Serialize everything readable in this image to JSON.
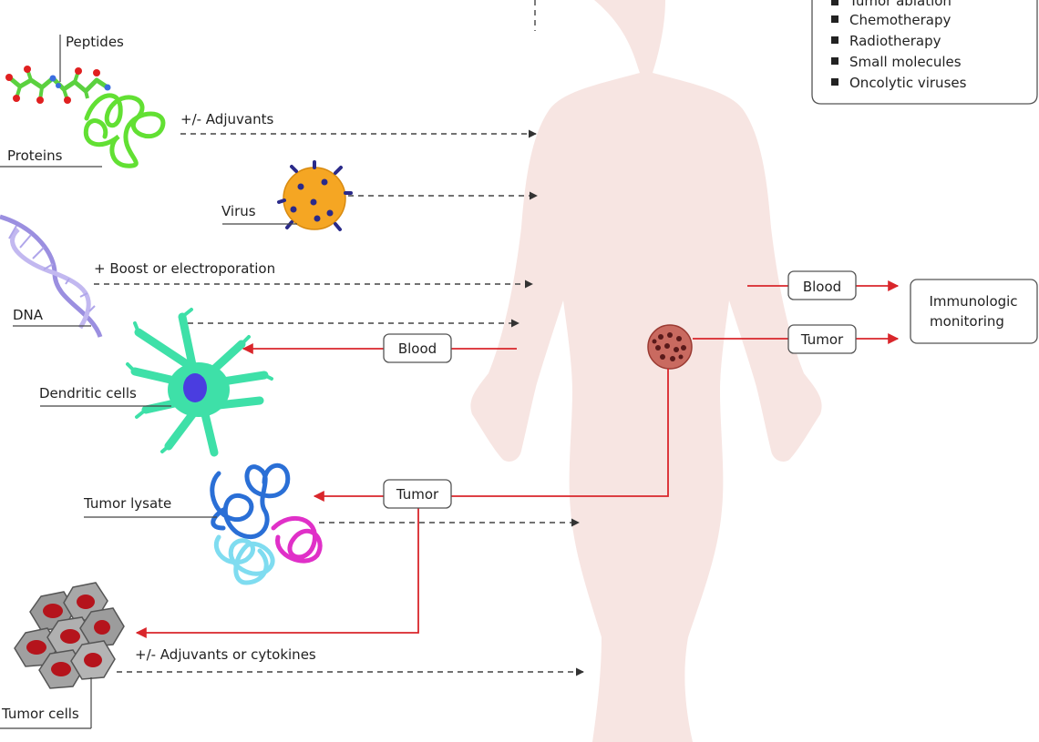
{
  "labels": {
    "peptides": "Peptides",
    "proteins": "Proteins",
    "virus": "Virus",
    "dna": "DNA",
    "dendritic_cells": "Dendritic cells",
    "tumor_lysate": "Tumor lysate",
    "tumor_cells": "Tumor cells"
  },
  "annotations": {
    "adjuvants": "+/- Adjuvants",
    "boost": "+ Boost or electroporation",
    "adjuvants_cytokines": "+/- Adjuvants or cytokines"
  },
  "boxes": {
    "blood_left": "Blood",
    "tumor_center": "Tumor",
    "blood_right": "Blood",
    "tumor_right": "Tumor",
    "monitoring_line1": "Immunologic",
    "monitoring_line2": "monitoring"
  },
  "combination_list": [
    "Tumor ablation",
    "Chemotherapy",
    "Radiotherapy",
    "Small molecules",
    "Oncolytic viruses"
  ],
  "colors": {
    "arrow_red": "#d9262b",
    "silhouette": "#f7e5e2",
    "peptide_green": "#5bd13f",
    "protein_green": "#62e033",
    "virus_orange": "#f5a623",
    "dna_purple": "#9b8fe0",
    "dendritic_green": "#3ee0a8",
    "tumor_cell_red": "#b5141c"
  }
}
